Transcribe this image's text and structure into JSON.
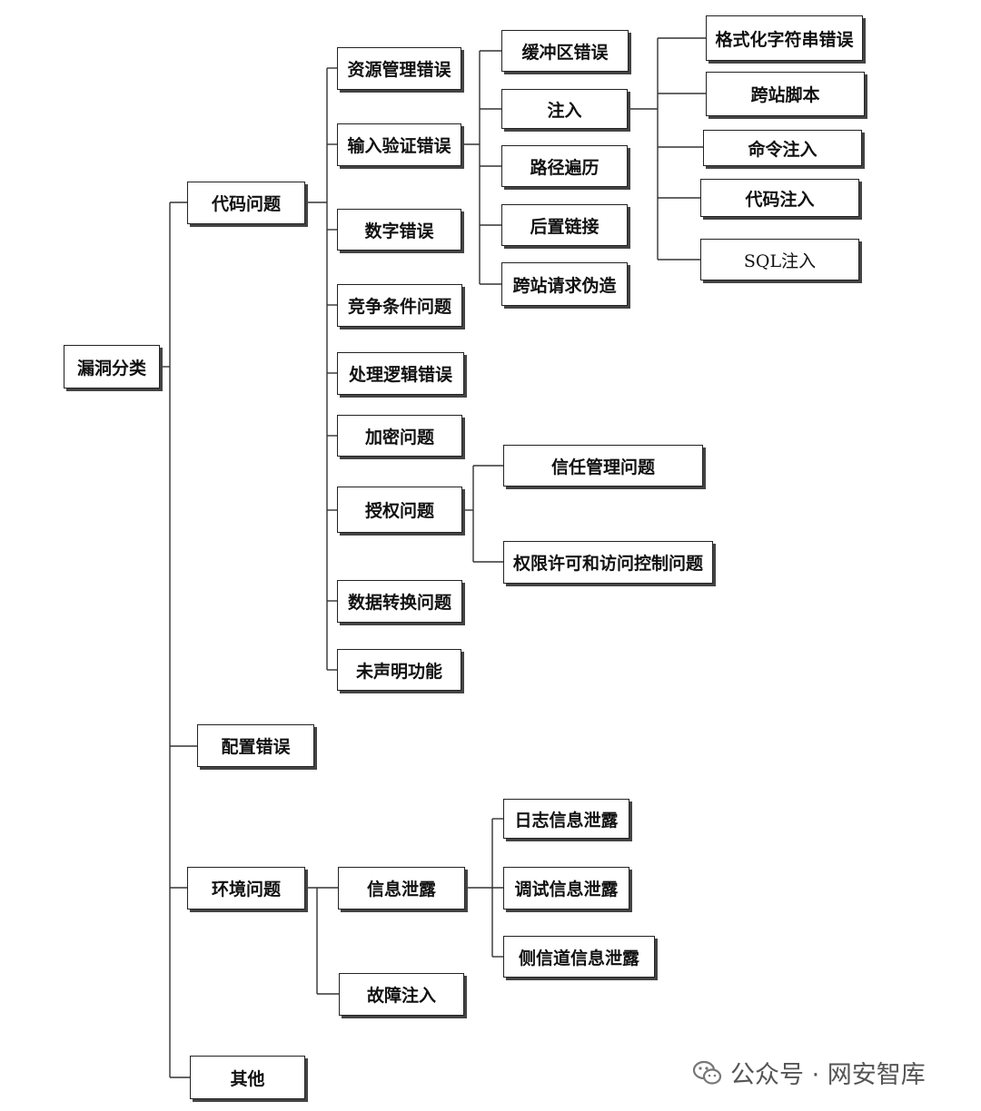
{
  "nodes": {
    "root": "漏洞分类",
    "code": "代码问题",
    "config": "配置错误",
    "env": "环境问题",
    "other": "其他",
    "resource": "资源管理错误",
    "input": "输入验证错误",
    "number": "数字错误",
    "race": "竞争条件问题",
    "logic": "处理逻辑错误",
    "crypto": "加密问题",
    "auth": "授权问题",
    "convert": "数据转换问题",
    "undeclared": "未声明功能",
    "buffer": "缓冲区错误",
    "inject": "注入",
    "path": "路径遍历",
    "link": "后置链接",
    "csrf": "跨站请求伪造",
    "format": "格式化字符串错误",
    "xss": "跨站脚本",
    "cmd": "命令注入",
    "codeinj": "代码注入",
    "sql": "SQL注入",
    "trust": "信任管理问题",
    "perm": "权限许可和访问控制问题",
    "leak": "信息泄露",
    "fault": "故障注入",
    "log": "日志信息泄露",
    "debug": "调试信息泄露",
    "side": "侧信道信息泄露"
  },
  "watermark": {
    "text": "公众号 · 网安智库",
    "icon": "wechat-icon"
  }
}
